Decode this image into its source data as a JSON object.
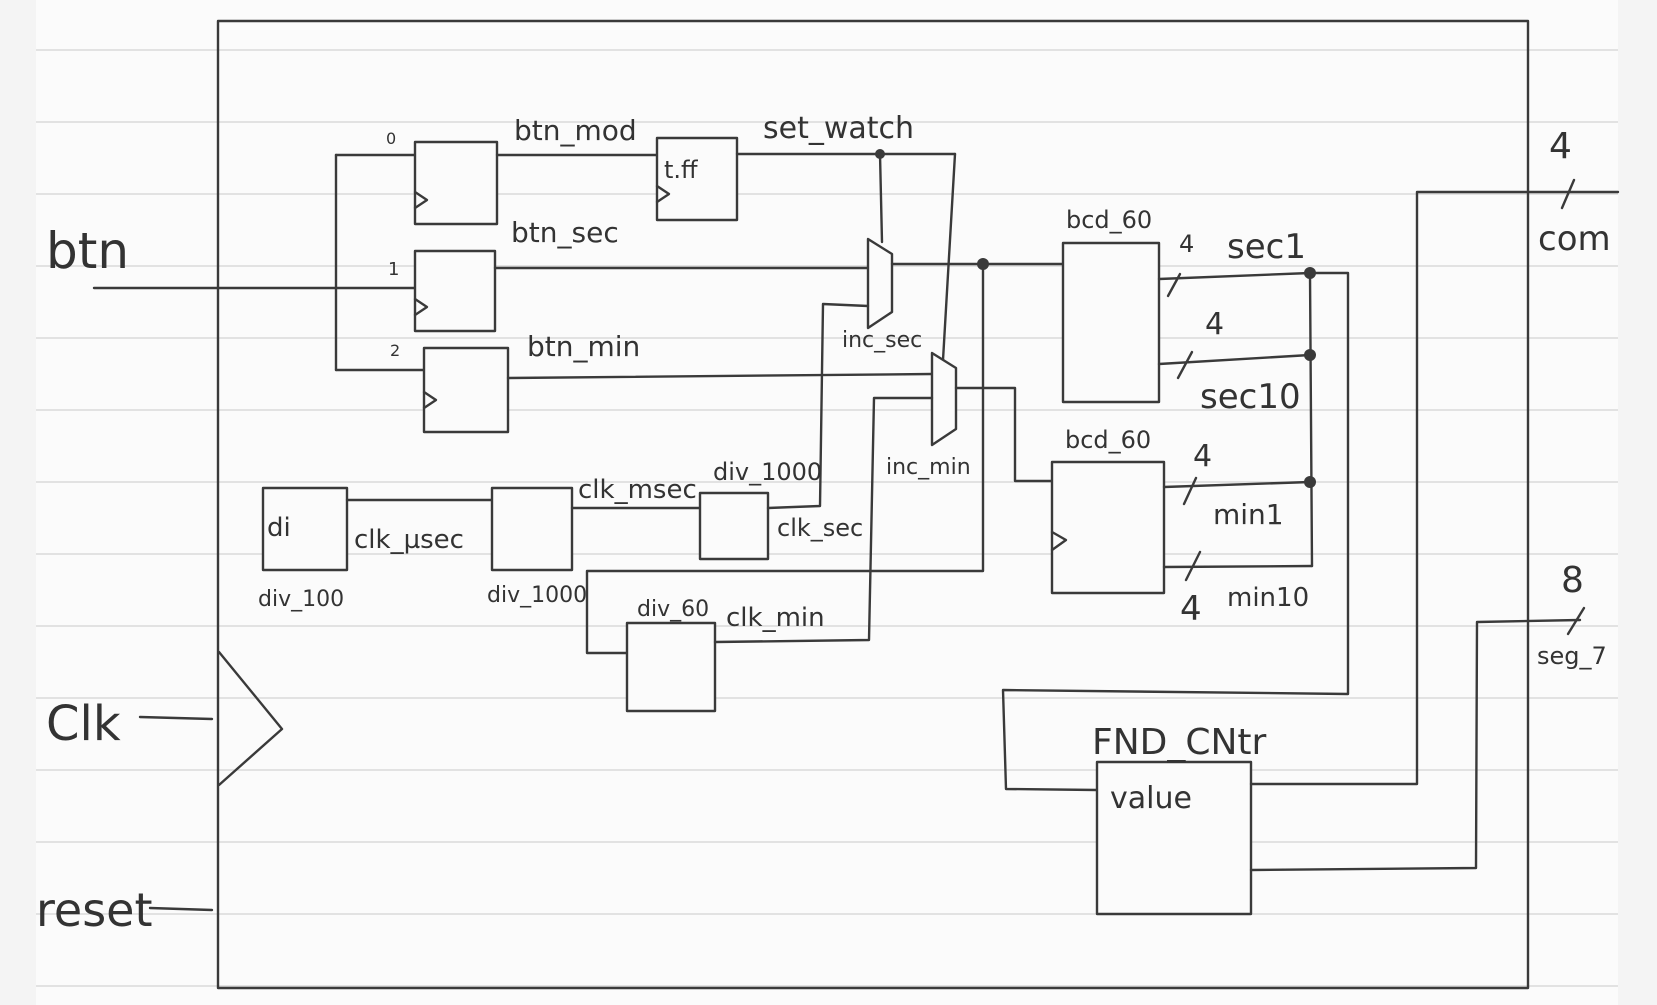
{
  "ports": {
    "btn": "btn",
    "clk": "Clk",
    "reset": "reset",
    "com": "com",
    "com_width": "4",
    "seg": "seg_7",
    "seg_width": "8"
  },
  "labels": {
    "idx0": "0",
    "idx1": "1",
    "idx2": "2",
    "btn_mod": "btn_mod",
    "btn_sec": "btn_sec",
    "btn_min": "btn_min",
    "tff": "t.ff",
    "set_watch": "set_watch",
    "inc_sec": "inc_sec",
    "inc_min": "inc_min",
    "bcd60_a": "bcd_60",
    "bcd60_b": "bcd_60",
    "sec1": "sec1",
    "sec10": "sec10",
    "min1": "min1",
    "min10": "min10",
    "w_sec1": "4",
    "w_sec10": "4",
    "w_min1": "4",
    "w_min10": "4",
    "di": "di",
    "div100": "div_100",
    "clk_usec": "clk_µsec",
    "div1000_a": "div_1000",
    "clk_msec": "clk_msec",
    "div1000_b": "div_1000",
    "clk_sec": "clk_sec",
    "div60": "div_60",
    "clk_min": "clk_min",
    "fnd": "FND_CNtr",
    "value": "value"
  }
}
